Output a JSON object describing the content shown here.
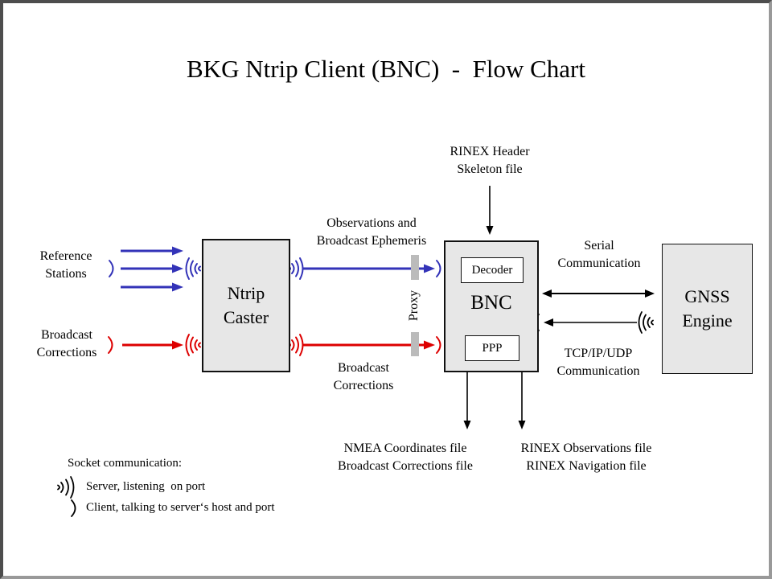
{
  "title": "BKG Ntrip Client (BNC)  -  Flow Chart",
  "nodes": {
    "ntrip_caster": {
      "lines": [
        "Ntrip",
        "Caster"
      ]
    },
    "bnc": {
      "label": "BNC",
      "decoder_label": "Decoder",
      "ppp_label": "PPP"
    },
    "gnss_engine": {
      "lines": [
        "GNSS",
        "Engine"
      ]
    }
  },
  "labels": {
    "reference_stations": [
      "Reference",
      "Stations"
    ],
    "broadcast_corrections_input": [
      "Broadcast",
      "Corrections"
    ],
    "observations_ephemeris": [
      "Observations and",
      "Broadcast Ephemeris"
    ],
    "broadcast_corrections_stream": [
      "Broadcast",
      "Corrections"
    ],
    "rinex_header_skeleton": [
      "RINEX Header",
      "Skeleton file"
    ],
    "serial_communication": [
      "Serial",
      "Communication"
    ],
    "tcp_communication": [
      "TCP/IP/UDP",
      "Communication"
    ],
    "proxy": "Proxy",
    "nmea_output": [
      "NMEA Coordinates file",
      "Broadcast Corrections file"
    ],
    "rinex_output": [
      "RINEX Observations file",
      "RINEX Navigation file"
    ]
  },
  "legend": {
    "heading": "Socket communication:",
    "server_item": "Server, listening  on port",
    "client_item": "Client, talking to server‘s host and port"
  },
  "icons": {
    "server_socket": "radio-waves-arcs",
    "client_socket": "single-open-arc"
  },
  "colors": {
    "observation_flow_blue": "#3333B8",
    "corrections_flow_red": "#DD0000",
    "connector_black": "#000000",
    "box_fill_gray": "#E7E7E7",
    "proxy_bar_gray": "#BBBBBB"
  }
}
